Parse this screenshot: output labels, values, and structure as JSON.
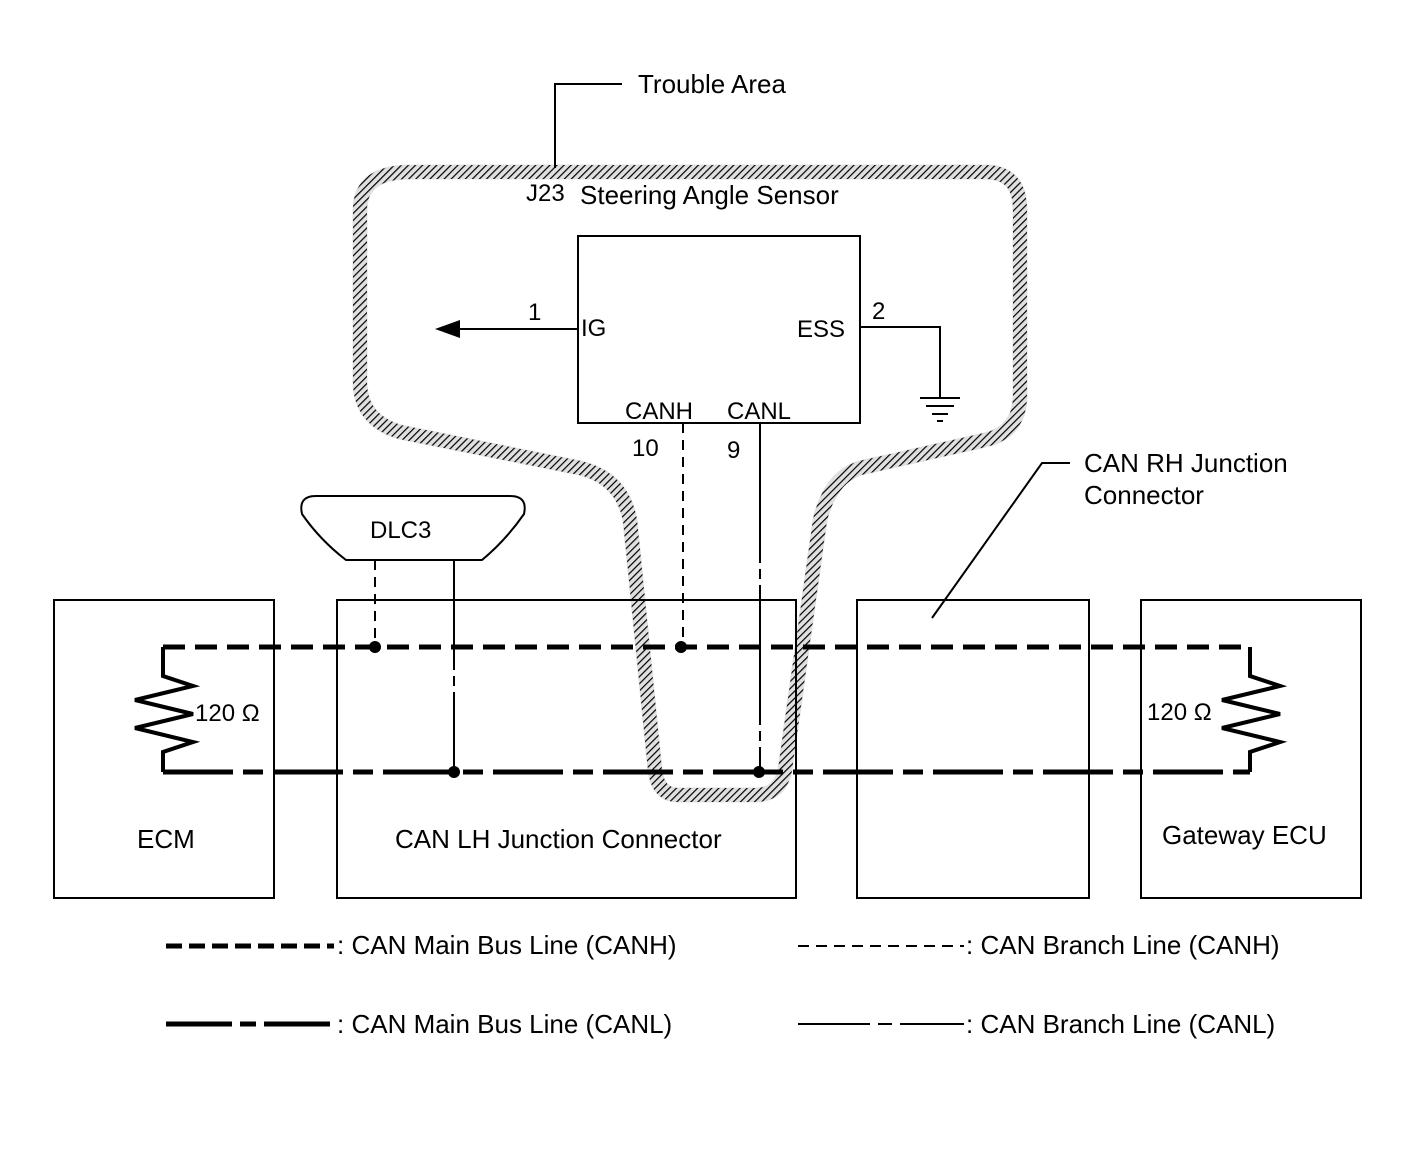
{
  "labels": {
    "trouble_area": "Trouble Area",
    "sensor_code": "J23",
    "sensor_name": "Steering Angle Sensor",
    "pin_ig_number": "1",
    "pin_ig_name": "IG",
    "pin_ess_number": "2",
    "pin_ess_name": "ESS",
    "pin_canh_name": "CANH",
    "pin_canh_number": "10",
    "pin_canl_name": "CANL",
    "pin_canl_number": "9",
    "dlc": "DLC3",
    "rh_junction_line1": "CAN RH Junction",
    "rh_junction_line2": "Connector",
    "ecm": "ECM",
    "lh_junction": "CAN LH Junction Connector",
    "gateway": "Gateway ECU",
    "resistor_left": "120 Ω",
    "resistor_right": "120 Ω"
  },
  "legend": [
    {
      "style": "main-canh",
      "text": ": CAN Main Bus Line (CANH)"
    },
    {
      "style": "branch-canh",
      "text": ": CAN Branch Line (CANH)"
    },
    {
      "style": "main-canl",
      "text": ": CAN Main Bus Line (CANL)"
    },
    {
      "style": "branch-canl",
      "text": ": CAN Branch Line (CANL)"
    }
  ]
}
